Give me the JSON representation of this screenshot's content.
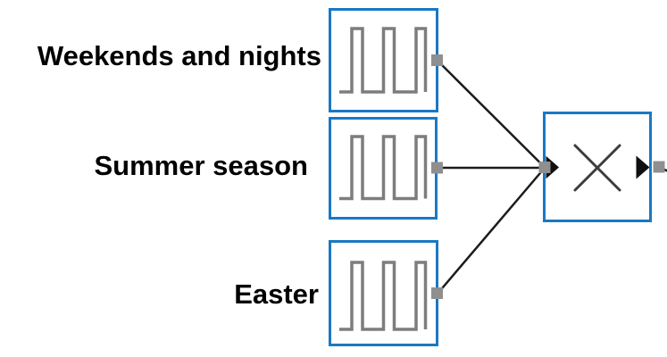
{
  "diagram": {
    "source_blocks": [
      {
        "label": "Weekends and nights",
        "block_type": "pulse-generator",
        "icon": "pulse-wave-icon"
      },
      {
        "label": "Summer season",
        "block_type": "pulse-generator",
        "icon": "pulse-wave-icon"
      },
      {
        "label": "Easter",
        "block_type": "pulse-generator",
        "icon": "pulse-wave-icon"
      }
    ],
    "operator_block": {
      "block_type": "product",
      "icon": "multiply-icon",
      "symbol": "×"
    },
    "connections": [
      {
        "from": "Weekends and nights",
        "to": "product"
      },
      {
        "from": "Summer season",
        "to": "product"
      },
      {
        "from": "Easter",
        "to": "product"
      },
      {
        "from": "product",
        "to": "off-canvas-right"
      }
    ],
    "colors": {
      "block_border": "#1a78c4",
      "pulse_wave": "#7d7d7d",
      "port_square": "#8f8f8f",
      "signal_line": "#1b1b1b",
      "multiply_symbol": "#3c3c3c",
      "label_text": "#000000",
      "background": "#ffffff"
    }
  }
}
